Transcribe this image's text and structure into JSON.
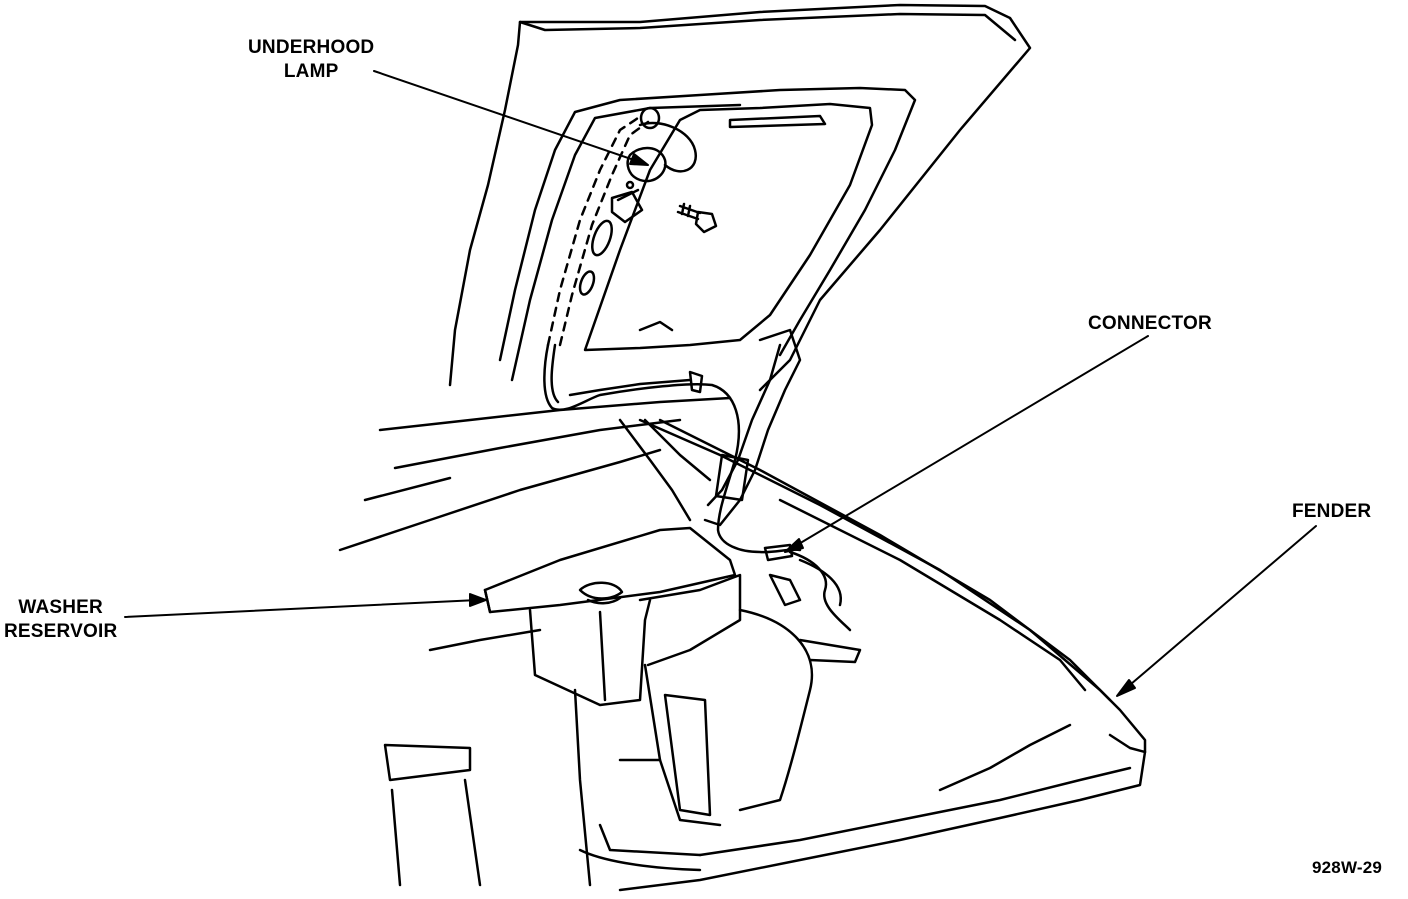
{
  "labels": {
    "underhood_lamp": [
      "UNDERHOOD",
      "LAMP"
    ],
    "connector": "CONNECTOR",
    "fender": "FENDER",
    "washer_reservoir": [
      "WASHER",
      "RESERVOIR"
    ]
  },
  "figure_id": "928W-29"
}
